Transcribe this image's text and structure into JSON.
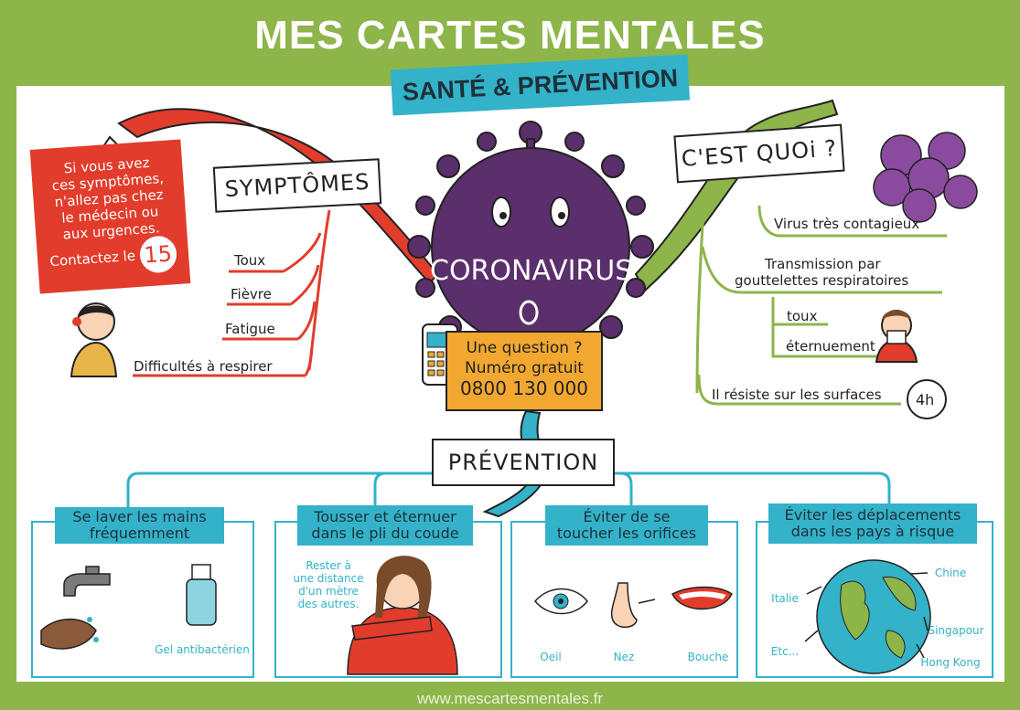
{
  "header": {
    "title": "MES CARTES MENTALES",
    "subtitle": "SANTÉ & PRÉVENTION"
  },
  "center": {
    "name": "CORONAVIRUS",
    "info_line1": "Une question ?",
    "info_line2": "Numéro gratuit",
    "info_number": "0800 130 000"
  },
  "symptoms": {
    "title": "SYMPTÔMES",
    "items": [
      "Toux",
      "Fièvre",
      "Fatigue",
      "Difficultés à respirer"
    ],
    "warning_lines": [
      "Si vous avez",
      "ces symptômes,",
      "n'allez pas chez",
      "le médecin ou",
      "aux urgences.",
      "Contactez le"
    ],
    "warning_number": "15"
  },
  "what": {
    "title": "C'EST QUOi ?",
    "item1": "Virus très contagieux",
    "item2_line1": "Transmission par",
    "item2_line2": "gouttelettes respiratoires",
    "sub1": "toux",
    "sub2": "éternuement",
    "item3": "Il résiste sur les surfaces",
    "duration": "4h"
  },
  "prevention": {
    "title": "PRÉVENTION",
    "cards": [
      {
        "title_line1": "Se laver les mains",
        "title_line2": "fréquemment",
        "note": "Gel antibactérien"
      },
      {
        "title_line1": "Tousser et éternuer",
        "title_line2": "dans le pli du coude",
        "note_lines": [
          "Rester à",
          "une distance",
          "d'un mètre",
          "des autres."
        ]
      },
      {
        "title_line1": "Éviter de se",
        "title_line2": "toucher les orifices",
        "labels": [
          "Oeil",
          "Nez",
          "Bouche"
        ]
      },
      {
        "title_line1": "Éviter les déplacements",
        "title_line2": "dans les pays à risque",
        "labels": [
          "Chine",
          "Italie",
          "Singapour",
          "Etc...",
          "Hong Kong"
        ]
      }
    ]
  },
  "footer": "www.mescartesmentales.fr",
  "colors": {
    "green": "#8db54a",
    "teal": "#33b2c9",
    "red": "#e23c2c",
    "purple": "#5b2f6b",
    "orange": "#f2a830"
  }
}
